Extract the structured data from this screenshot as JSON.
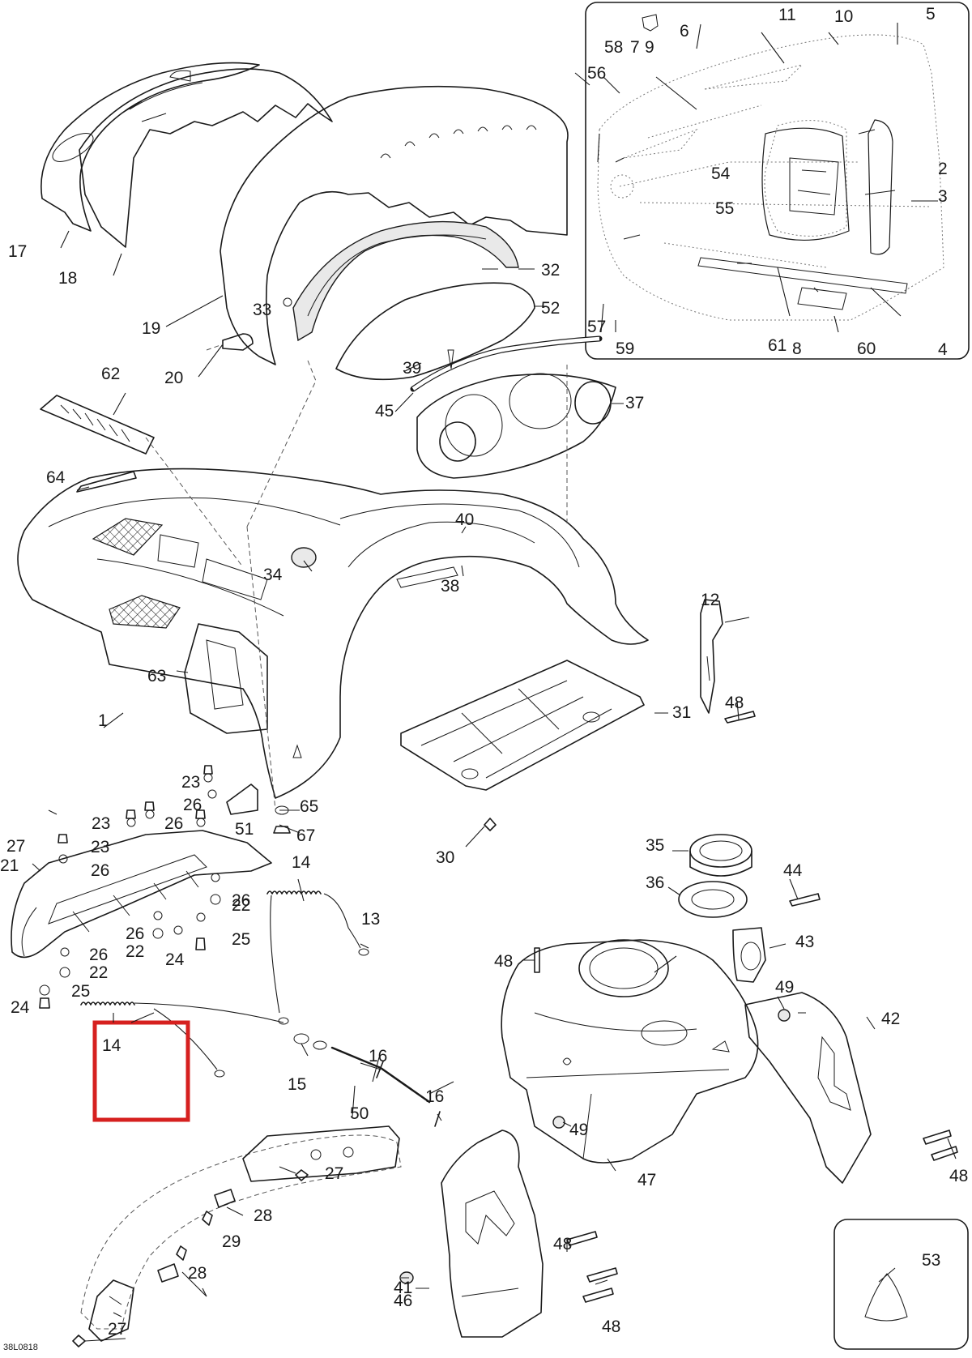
{
  "diagram_code": "38L0818",
  "highlight_color": "#d6201f",
  "labels": {
    "l1": "1",
    "l2": "2",
    "l3": "3",
    "l4": "4",
    "l5": "5",
    "l6": "6",
    "l7": "7",
    "l8": "8",
    "l9": "9",
    "l10": "10",
    "l11": "11",
    "l12": "12",
    "l13": "13",
    "l14a": "14",
    "l14b": "14",
    "l15": "15",
    "l16a": "16",
    "l16b": "16",
    "l17": "17",
    "l18": "18",
    "l19": "19",
    "l20": "20",
    "l21": "21",
    "l22a": "22",
    "l22b": "22",
    "l22c": "22",
    "l23a": "23",
    "l23b": "23",
    "l23c": "23",
    "l24a": "24",
    "l24b": "24",
    "l25a": "25",
    "l25b": "25",
    "l26a": "26",
    "l26b": "26",
    "l26c": "26",
    "l26d": "26",
    "l26e": "26",
    "l26f": "26",
    "l27a": "27",
    "l27b": "27",
    "l27c": "27",
    "l28a": "28",
    "l28b": "28",
    "l29": "29",
    "l30": "30",
    "l31": "31",
    "l32": "32",
    "l33": "33",
    "l34": "34",
    "l35": "35",
    "l36": "36",
    "l37": "37",
    "l38": "38",
    "l39": "39",
    "l40": "40",
    "l41": "41",
    "l42": "42",
    "l43": "43",
    "l44": "44",
    "l45": "45",
    "l46": "46",
    "l47": "47",
    "l48a": "48",
    "l48b": "48",
    "l48c": "48",
    "l48d": "48",
    "l48e": "48",
    "l49a": "49",
    "l49b": "49",
    "l50": "50",
    "l51": "51",
    "l52": "52",
    "l53": "53",
    "l54": "54",
    "l55": "55",
    "l56": "56",
    "l57": "57",
    "l58": "58",
    "l59": "59",
    "l60": "60",
    "l61": "61",
    "l62": "62",
    "l63": "63",
    "l64": "64",
    "l65": "65",
    "l67": "67"
  }
}
